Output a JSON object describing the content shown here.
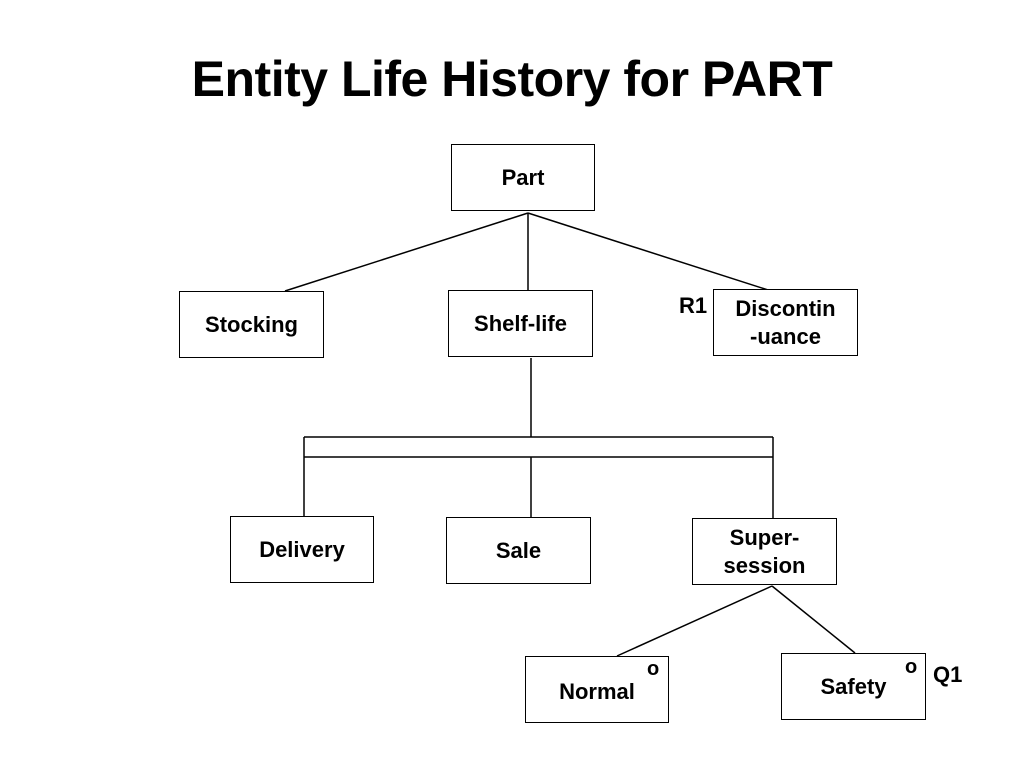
{
  "title": "Entity Life History for PART",
  "nodes": {
    "part": "Part",
    "stocking": "Stocking",
    "shelf_life": "Shelf-life",
    "discontinuance_line1": "Discontin",
    "discontinuance_line2": "-uance",
    "delivery": "Delivery",
    "sale": "Sale",
    "supersession_line1": "Super-",
    "supersession_line2": "session",
    "normal": "Normal",
    "safety": "Safety"
  },
  "markers": {
    "discontinuance_resume": "R1",
    "normal_selection": "o",
    "safety_selection": "o",
    "safety_quit": "Q1"
  },
  "colors": {
    "line": "#000000",
    "box_border": "#000000",
    "background": "#ffffff"
  }
}
